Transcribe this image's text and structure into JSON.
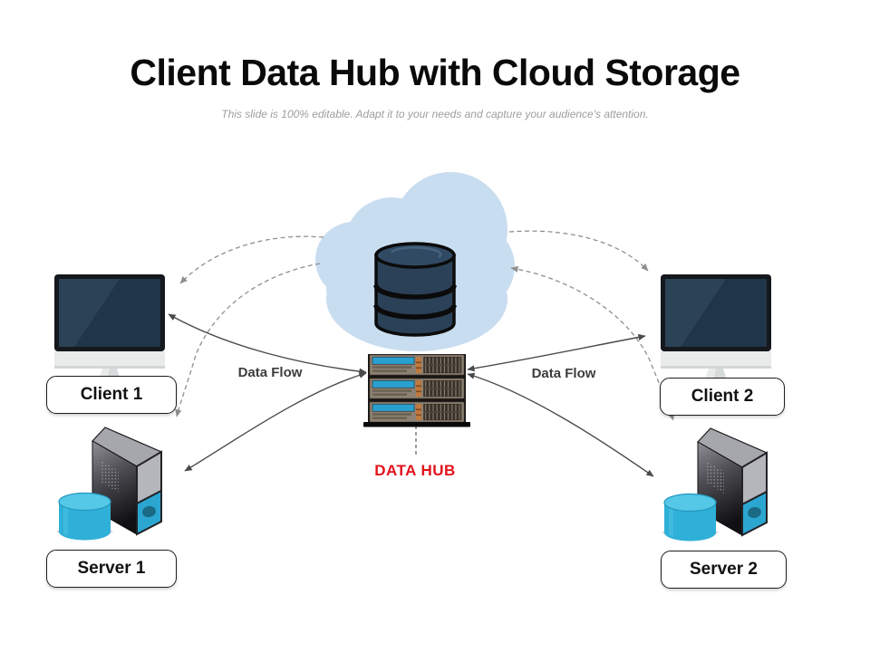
{
  "slide": {
    "title": "Client Data Hub with Cloud Storage",
    "subtitle": "This slide is 100% editable. Adapt it to your needs and capture your audience's attention."
  },
  "diagram": {
    "hub_label": "DATA HUB",
    "flow_label_left": "Data Flow",
    "flow_label_right": "Data Flow",
    "nodes": {
      "client1": "Client 1",
      "client2": "Client 2",
      "server1": "Server 1",
      "server2": "Server 2"
    },
    "icons": {
      "cloud": "cloud-icon",
      "database": "database-icon",
      "hub": "server-rack-icon",
      "client": "monitor-icon",
      "server": "tower-server-with-cylinder-icon"
    },
    "colors": {
      "cloud": "#c9ddf0",
      "database_navy": "#2b4157",
      "hub_label_red": "#e2131c",
      "cylinder_cyan": "#32b2da",
      "screen_blue": "#2aa0cf",
      "arrow_solid": "#4a4a4a",
      "arrow_dashed": "#8f8f8f"
    }
  }
}
